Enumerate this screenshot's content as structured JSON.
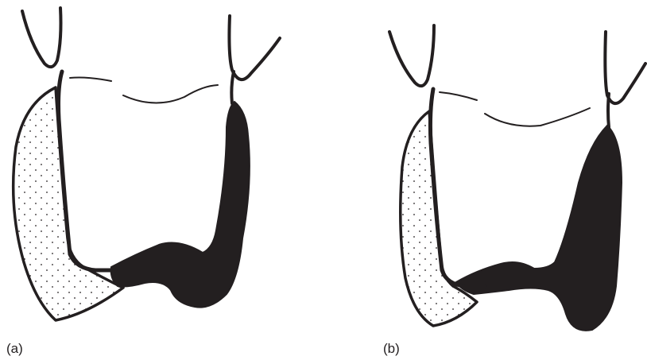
{
  "panels": [
    {
      "id": "a",
      "label": "(a)"
    },
    {
      "id": "b",
      "label": "(b)"
    }
  ],
  "colors": {
    "ink": "#231f20",
    "paper": "#ffffff",
    "stipple": "#231f20"
  }
}
